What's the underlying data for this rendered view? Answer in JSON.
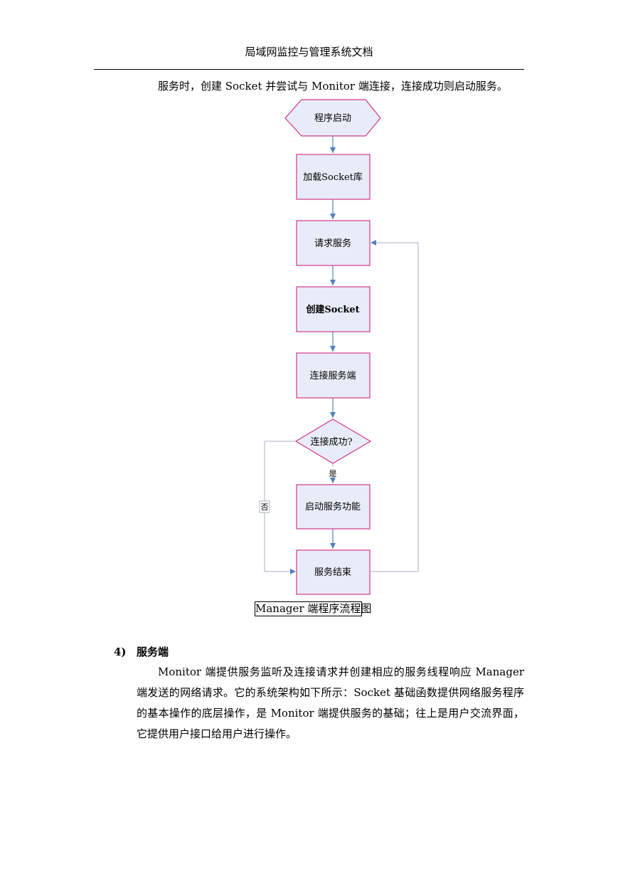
{
  "header": {
    "title": "局域网监控与管理系统文档"
  },
  "intro_line": "服务时，创建 Socket 并尝试与 Monitor 端连接，连接成功则启动服务。",
  "flowchart": {
    "start": "程序启动",
    "load_lib": "加载Socket库",
    "request": "请求服务",
    "create_socket": "创建Socket",
    "connect": "连接服务端",
    "decision": "连接成功?",
    "yes_label": "是",
    "no_label": "否",
    "start_service": "启动服务功能",
    "end_service": "服务结束",
    "colors": {
      "fill": "#e8ecf8",
      "border": "#d0378a",
      "arrow": "#4f81bd",
      "connector": "#a8b0c0"
    }
  },
  "caption": "Manager 端程序流程图",
  "section": {
    "number": "4)",
    "title": "服务端",
    "paragraph": "Monitor 端提供服务监听及连接请求并创建相应的服务线程响应 Manager 端发送的网络请求。它的系统架构如下所示：Socket 基础函数提供网络服务程序的基本操作的底层操作，是 Monitor 端提供服务的基础；往上是用户交流界面，它提供用户接口给用户进行操作。"
  }
}
